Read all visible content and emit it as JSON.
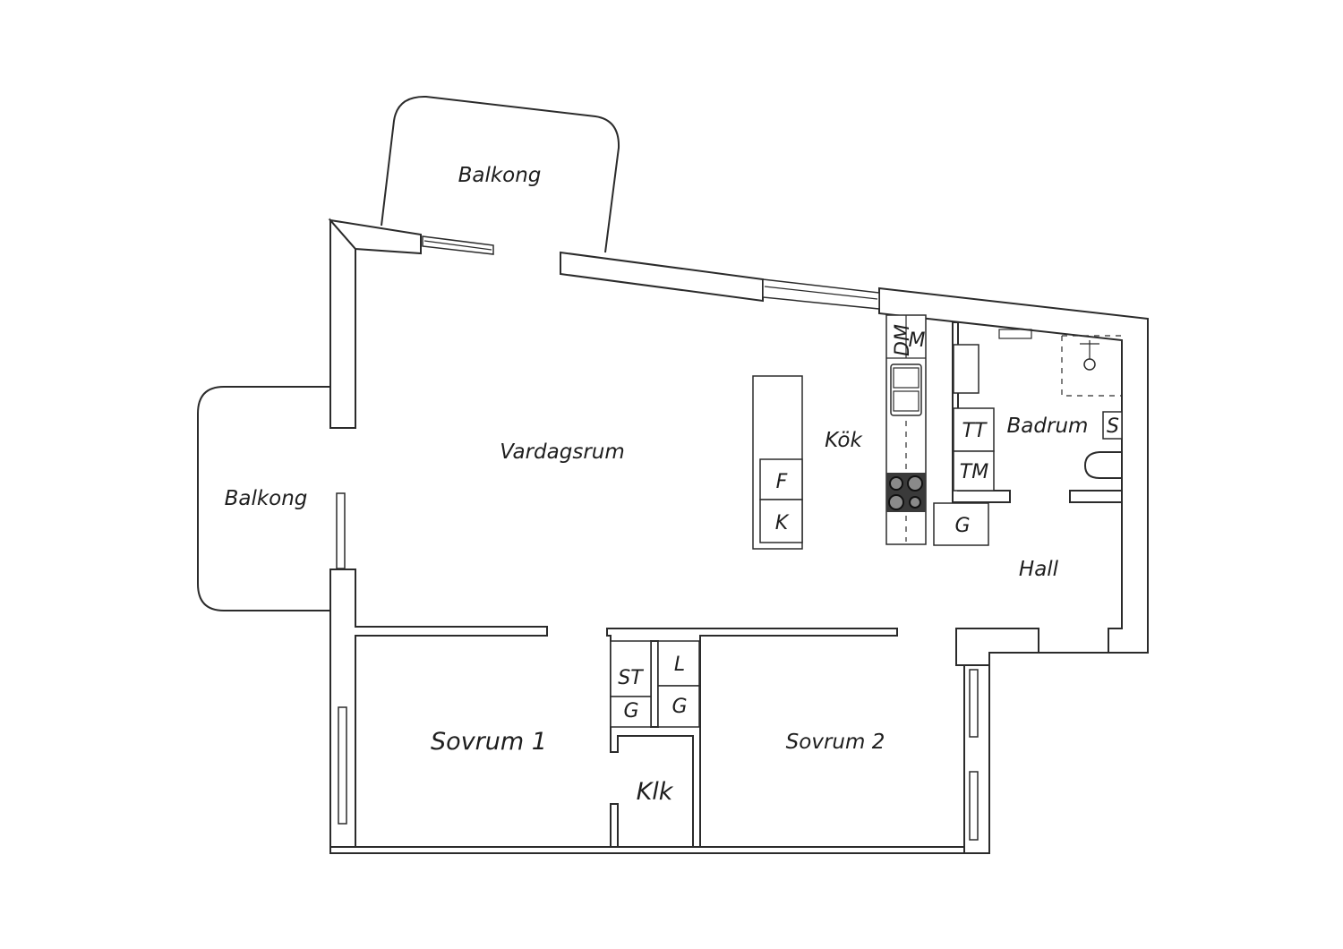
{
  "rooms": {
    "balkong_top": "Balkong",
    "balkong_left": "Balkong",
    "vardagsrum": "Vardagsrum",
    "kok": "Kök",
    "badrum": "Badrum",
    "hall": "Hall",
    "sovrum1": "Sovrum 1",
    "sovrum2": "Sovrum 2",
    "klk": "Klk"
  },
  "fixtures": {
    "dm": "DM",
    "m": "M",
    "f": "F",
    "k": "K",
    "tt": "TT",
    "tm": "TM",
    "s": "S",
    "g_kitchen": "G",
    "st": "ST",
    "g_st": "G",
    "l": "L",
    "g_l": "G"
  },
  "colors": {
    "line": "#2b2b2b",
    "background": "#ffffff"
  }
}
